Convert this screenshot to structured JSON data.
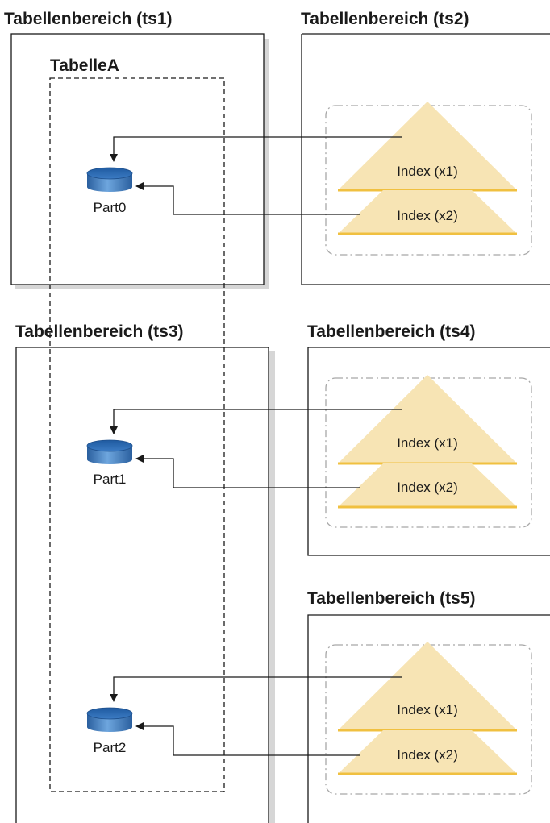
{
  "tablespaces": [
    {
      "id": "ts1",
      "label": "Tabellenbereich (ts1)"
    },
    {
      "id": "ts2",
      "label": "Tabellenbereich (ts2)"
    },
    {
      "id": "ts3",
      "label": "Tabellenbereich (ts3)"
    },
    {
      "id": "ts4",
      "label": "Tabellenbereich (ts4)"
    },
    {
      "id": "ts5",
      "label": "Tabellenbereich (ts5)"
    }
  ],
  "table": {
    "label": "TabelleA"
  },
  "partitions": [
    {
      "label": "Part0"
    },
    {
      "label": "Part1"
    },
    {
      "label": "Part2"
    }
  ],
  "indexes": {
    "x1": {
      "label": "Index (x1)"
    },
    "x2": {
      "label": "Index (x2)"
    }
  },
  "colors": {
    "box_border": "#1a1a1a",
    "box_shadow": "#d6d6d6",
    "index_fill": "#f7e4b4",
    "index_stroke": "#f0c040",
    "disk_top": "#2e6fb8",
    "disk_body": "#4a8bd0",
    "group_border": "#a8a8a8"
  }
}
